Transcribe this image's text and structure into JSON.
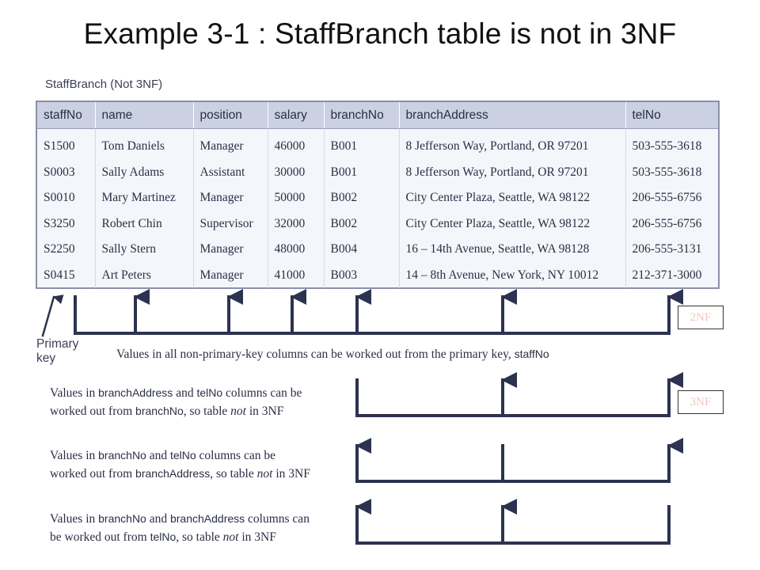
{
  "title": "Example 3-1 : StaffBranch table is not in 3NF",
  "caption": "StaffBranch (Not 3NF)",
  "table": {
    "headers": [
      "staffNo",
      "name",
      "position",
      "salary",
      "branchNo",
      "branchAddress",
      "telNo"
    ],
    "rows": [
      [
        "S1500",
        "Tom Daniels",
        "Manager",
        "46000",
        "B001",
        "8 Jefferson Way, Portland, OR 97201",
        "503-555-3618"
      ],
      [
        "S0003",
        "Sally Adams",
        "Assistant",
        "30000",
        "B001",
        "8 Jefferson Way, Portland, OR 97201",
        "503-555-3618"
      ],
      [
        "S0010",
        "Mary Martinez",
        "Manager",
        "50000",
        "B002",
        "City Center Plaza, Seattle, WA 98122",
        "206-555-6756"
      ],
      [
        "S3250",
        "Robert Chin",
        "Supervisor",
        "32000",
        "B002",
        "City Center Plaza, Seattle, WA 98122",
        "206-555-6756"
      ],
      [
        "S2250",
        "Sally Stern",
        "Manager",
        "48000",
        "B004",
        "16 – 14th Avenue, Seattle, WA 98128",
        "206-555-3131"
      ],
      [
        "S0415",
        "Art Peters",
        "Manager",
        "41000",
        "B003",
        "14 – 8th Avenue, New York, NY 10012",
        "212-371-3000"
      ]
    ]
  },
  "primary_key_label": {
    "line1": "Primary",
    "line2": "key"
  },
  "dependency_2nf": {
    "text": "Values in all non-primary-key columns can be worked out from the primary key,",
    "column": "staffNo"
  },
  "dependency_3nf_a": {
    "line1_pre": "Values in",
    "col1": "branchAddress",
    "line1_mid": "and",
    "col2": "telNo",
    "line1_post": "columns can be",
    "line2_pre": "worked out from",
    "col3": "branchNo",
    "line2_mid": ", so table",
    "not": "not",
    "line2_post": "in 3NF"
  },
  "dependency_3nf_b": {
    "line1_pre": "Values in",
    "col1": "branchNo",
    "line1_mid": "and",
    "col2": "telNo",
    "line1_post": "columns can be",
    "line2_pre": "worked out from",
    "col3": "branchAddress",
    "line2_mid": ", so table",
    "not": "not",
    "line2_post": "in 3NF"
  },
  "dependency_3nf_c": {
    "line1_pre": "Values in",
    "col1": "branchNo",
    "line1_mid": "and",
    "col2": "branchAddress",
    "line1_post": "columns can",
    "line2_pre": "be worked out from",
    "col3": "telNo",
    "line2_mid": ", so table",
    "not": "not",
    "line2_post": "in 3NF"
  },
  "badges": {
    "second": "2NF",
    "third": "3NF"
  },
  "colors": {
    "arrow": "#2c3350",
    "header_bg": "#cbd1e2",
    "table_bg": "#f4f6fb",
    "badge_text": "#f0c8b8"
  }
}
